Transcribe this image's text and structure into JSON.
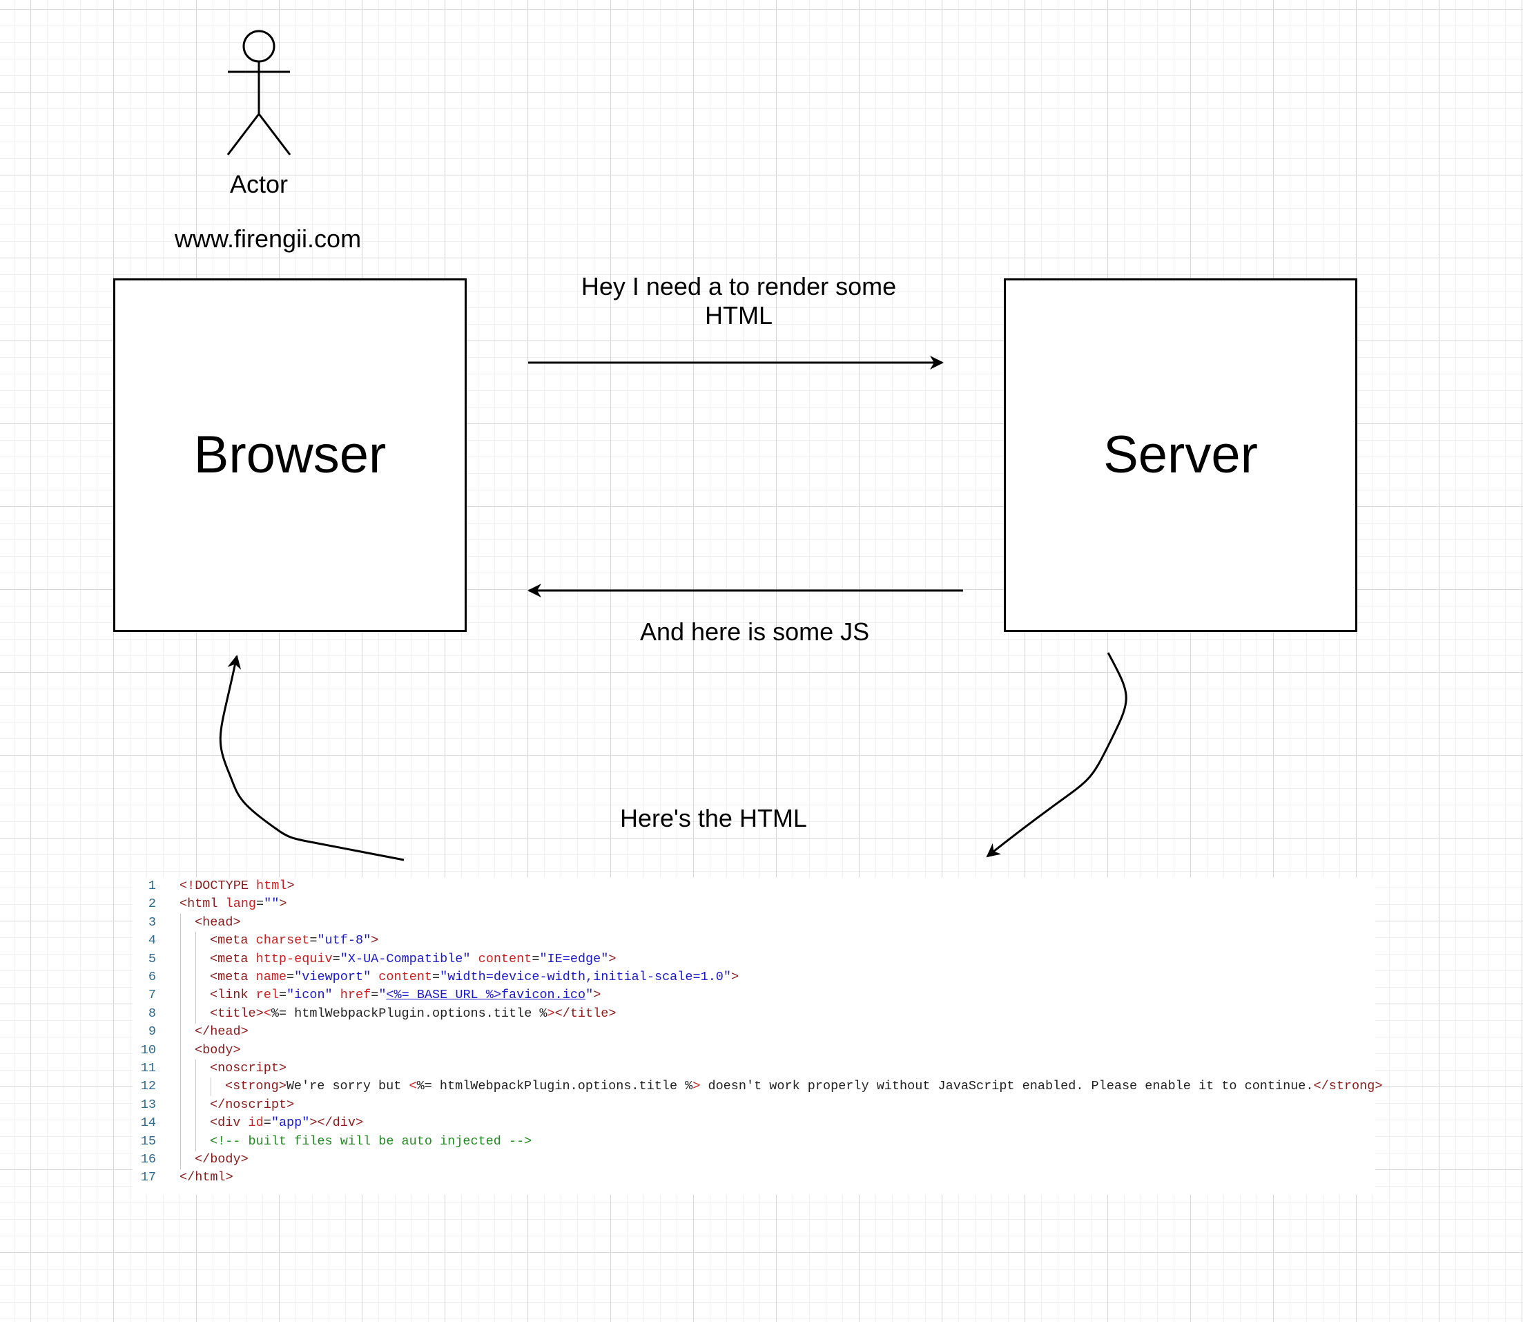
{
  "actor": {
    "label": "Actor",
    "caption": "www.firengii.com"
  },
  "nodes": {
    "browser": "Browser",
    "server": "Server"
  },
  "edges": {
    "request_label": "Hey I need a to render some HTML",
    "response_label": "And here is some JS",
    "html_label": "Here's the HTML"
  },
  "code": {
    "lines": [
      {
        "num": "1",
        "indent": 0,
        "tokens": [
          [
            "t",
            "<!DOCTYPE "
          ],
          [
            "a",
            "html"
          ],
          [
            "t",
            ">"
          ]
        ]
      },
      {
        "num": "2",
        "indent": 0,
        "tokens": [
          [
            "t",
            "<html "
          ],
          [
            "a",
            "lang"
          ],
          [
            "p",
            "="
          ],
          [
            "s",
            "\"\""
          ],
          [
            "t",
            ">"
          ]
        ]
      },
      {
        "num": "3",
        "indent": 1,
        "tokens": [
          [
            "t",
            "<head>"
          ]
        ]
      },
      {
        "num": "4",
        "indent": 2,
        "tokens": [
          [
            "t",
            "<meta "
          ],
          [
            "a",
            "charset"
          ],
          [
            "p",
            "="
          ],
          [
            "s",
            "\"utf-8\""
          ],
          [
            "t",
            ">"
          ]
        ]
      },
      {
        "num": "5",
        "indent": 2,
        "tokens": [
          [
            "t",
            "<meta "
          ],
          [
            "a",
            "http-equiv"
          ],
          [
            "p",
            "="
          ],
          [
            "s",
            "\"X-UA-Compatible\""
          ],
          [
            "p",
            " "
          ],
          [
            "a",
            "content"
          ],
          [
            "p",
            "="
          ],
          [
            "s",
            "\"IE=edge\""
          ],
          [
            "t",
            ">"
          ]
        ]
      },
      {
        "num": "6",
        "indent": 2,
        "tokens": [
          [
            "t",
            "<meta "
          ],
          [
            "a",
            "name"
          ],
          [
            "p",
            "="
          ],
          [
            "s",
            "\"viewport\""
          ],
          [
            "p",
            " "
          ],
          [
            "a",
            "content"
          ],
          [
            "p",
            "="
          ],
          [
            "s",
            "\"width=device-width,initial-scale=1.0\""
          ],
          [
            "t",
            ">"
          ]
        ]
      },
      {
        "num": "7",
        "indent": 2,
        "tokens": [
          [
            "t",
            "<link "
          ],
          [
            "a",
            "rel"
          ],
          [
            "p",
            "="
          ],
          [
            "s",
            "\"icon\""
          ],
          [
            "p",
            " "
          ],
          [
            "a",
            "href"
          ],
          [
            "p",
            "="
          ],
          [
            "s",
            "\""
          ],
          [
            "l",
            "<%= BASE_URL %>favicon.ico"
          ],
          [
            "s",
            "\""
          ],
          [
            "t",
            ">"
          ]
        ]
      },
      {
        "num": "8",
        "indent": 2,
        "tokens": [
          [
            "t",
            "<title>"
          ],
          [
            "a",
            "<"
          ],
          [
            "p",
            "%= htmlWebpackPlugin.options.title %"
          ],
          [
            "a",
            ">"
          ],
          [
            "t",
            "</title>"
          ]
        ]
      },
      {
        "num": "9",
        "indent": 1,
        "tokens": [
          [
            "t",
            "</head>"
          ]
        ]
      },
      {
        "num": "10",
        "indent": 1,
        "tokens": [
          [
            "t",
            "<body>"
          ]
        ]
      },
      {
        "num": "11",
        "indent": 2,
        "tokens": [
          [
            "t",
            "<noscript>"
          ]
        ]
      },
      {
        "num": "12",
        "indent": 3,
        "tokens": [
          [
            "t",
            "<strong>"
          ],
          [
            "p",
            "We're sorry but "
          ],
          [
            "a",
            "<"
          ],
          [
            "p",
            "%= htmlWebpackPlugin.options.title %"
          ],
          [
            "a",
            ">"
          ],
          [
            "p",
            " doesn't work properly without JavaScript enabled. Please enable it to continue."
          ],
          [
            "t",
            "</strong>"
          ]
        ]
      },
      {
        "num": "13",
        "indent": 2,
        "tokens": [
          [
            "t",
            "</noscript>"
          ]
        ]
      },
      {
        "num": "14",
        "indent": 2,
        "tokens": [
          [
            "t",
            "<div "
          ],
          [
            "a",
            "id"
          ],
          [
            "p",
            "="
          ],
          [
            "s",
            "\"app\""
          ],
          [
            "t",
            "></div>"
          ]
        ]
      },
      {
        "num": "15",
        "indent": 2,
        "tokens": [
          [
            "c",
            "<!-- built files will be auto injected -->"
          ]
        ]
      },
      {
        "num": "16",
        "indent": 1,
        "tokens": [
          [
            "t",
            "</body>"
          ]
        ]
      },
      {
        "num": "17",
        "indent": 0,
        "tokens": [
          [
            "t",
            "</html>"
          ]
        ]
      }
    ]
  }
}
